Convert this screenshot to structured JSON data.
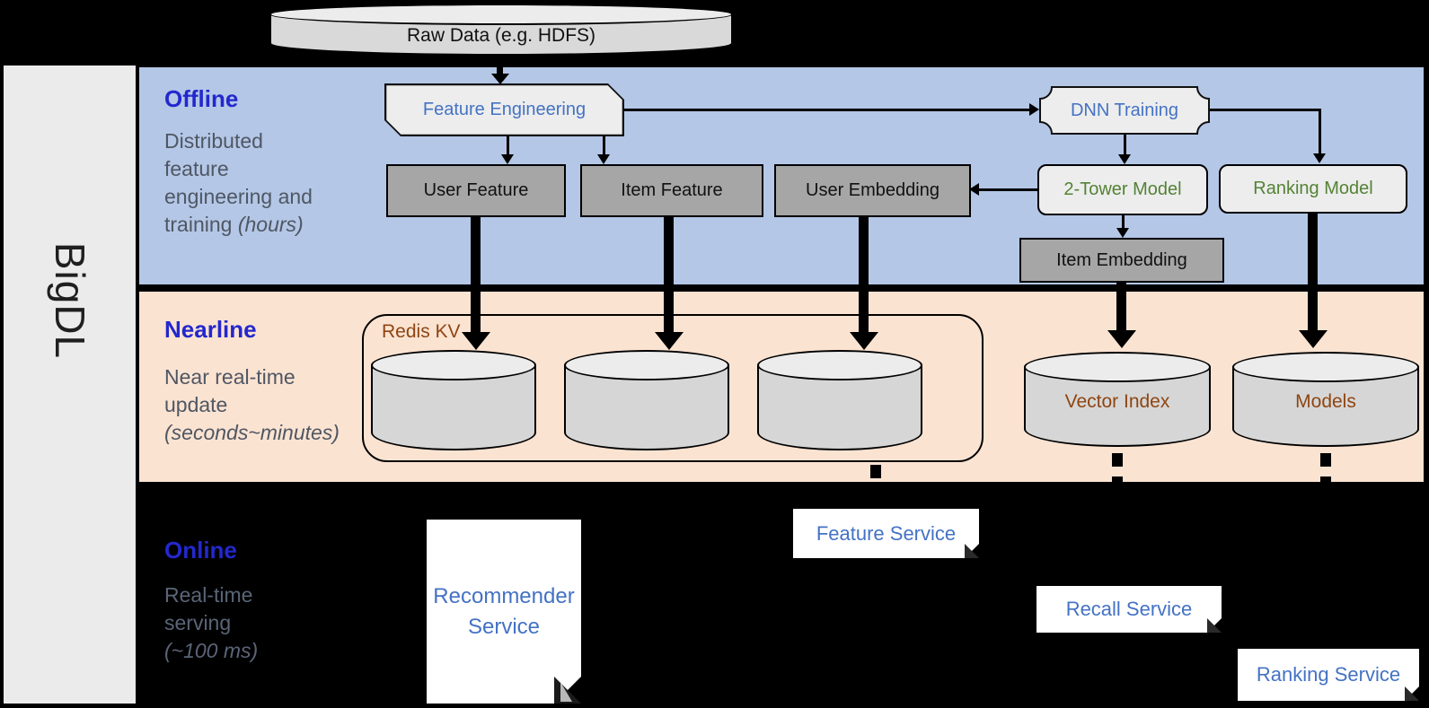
{
  "brand": {
    "label": "BigDL"
  },
  "sections": {
    "offline": {
      "title": "Offline",
      "lines": [
        "Distributed",
        "feature",
        "engineering and"
      ],
      "tail": "training",
      "tail_italic": "(hours)"
    },
    "nearline": {
      "title": "Nearline",
      "lines": [
        "Near real-time",
        "update"
      ],
      "italic_line": "(seconds~minutes)"
    },
    "online": {
      "title": "Online",
      "lines": [
        "Real-time",
        "serving"
      ],
      "italic_line": "(~100 ms)"
    }
  },
  "nodes": {
    "raw_data": "Raw Data (e.g. HDFS)",
    "feature_engineering": "Feature Engineering",
    "dnn_training": "DNN Training",
    "user_feature": "User Feature",
    "item_feature": "Item Feature",
    "user_embedding": "User Embedding",
    "two_tower_model": "2-Tower Model",
    "ranking_model": "Ranking Model",
    "item_embedding": "Item Embedding",
    "redis_kv": "Redis KV",
    "vector_index": "Vector Index",
    "models": "Models",
    "recommender_line1": "Recommender",
    "recommender_line2": "Service",
    "feature_service": "Feature Service",
    "recall_service": "Recall Service",
    "ranking_service": "Ranking Service"
  },
  "colors": {
    "band_offline_blue": "#b4c7e7",
    "band_nearline_peach": "#fbe3d2",
    "background_black": "#000000",
    "section_title_blue": "#2328cd",
    "node_text_blue": "#4472c4",
    "model_text_green": "#548235",
    "store_text_brown": "#8f4512",
    "gray_node_fill": "#a6a6a6",
    "light_node_fill": "#ededed"
  }
}
